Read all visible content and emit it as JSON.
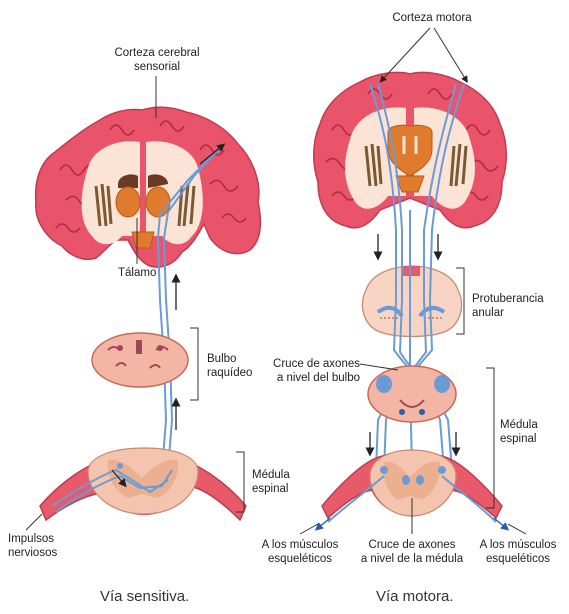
{
  "labels": {
    "sensory_cortex_1": "Corteza cerebral",
    "sensory_cortex_2": "sensorial",
    "thalamus": "Tálamo",
    "medulla_1": "Bulbo",
    "medulla_2": "raquídeo",
    "spinal_left_1": "Médula",
    "spinal_left_2": "espinal",
    "impulses_1": "Impulsos",
    "impulses_2": "nerviosos",
    "motor_cortex": "Corteza motora",
    "pons_1": "Protuberancia",
    "pons_2": "anular",
    "cross_bulb_1": "Cruce de axones",
    "cross_bulb_2": "a nivel del bulbo",
    "spinal_right_1": "Médula",
    "spinal_right_2": "espinal",
    "muscles_left_1": "A los músculos",
    "muscles_left_2": "esqueléticos",
    "cross_cord_1": "Cruce de axones",
    "cross_cord_2": "a nivel de la médula",
    "muscles_right_1": "A los músculos",
    "muscles_right_2": "esqueléticos"
  },
  "captions": {
    "sensory": "Vía sensitiva.",
    "motor": "Vía motora."
  },
  "colors": {
    "cortex": "#e9546b",
    "cortex_inner": "#f7c9bb",
    "white_matter": "#fbe3d6",
    "thalamus": "#e07a2c",
    "pathway": "#6a9bd6",
    "spinal_gray": "#f2b39c",
    "nerve": "#e85a6a"
  }
}
